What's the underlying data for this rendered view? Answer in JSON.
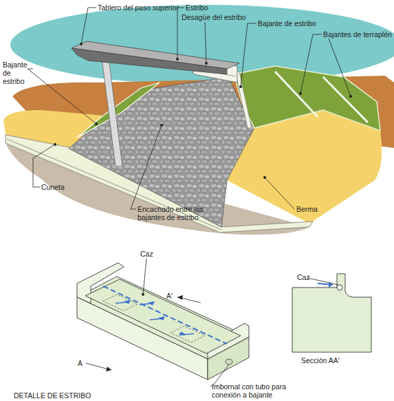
{
  "diagram": {
    "labels": [
      "Tablero del paso superior",
      "Estribo",
      "Desagüe del estribo",
      "Bajante de estribo",
      "Bajantes de terraplén",
      "Bajante de estribo",
      "Cuneta",
      "Encachado entre las bajantes de estribo",
      "Berma",
      "Caz",
      "A'",
      "A",
      "Caz",
      "Sección AA'",
      "Imbornal con tubo para conexión a bajante",
      "DETALLE DE ESTRIBO"
    ]
  }
}
